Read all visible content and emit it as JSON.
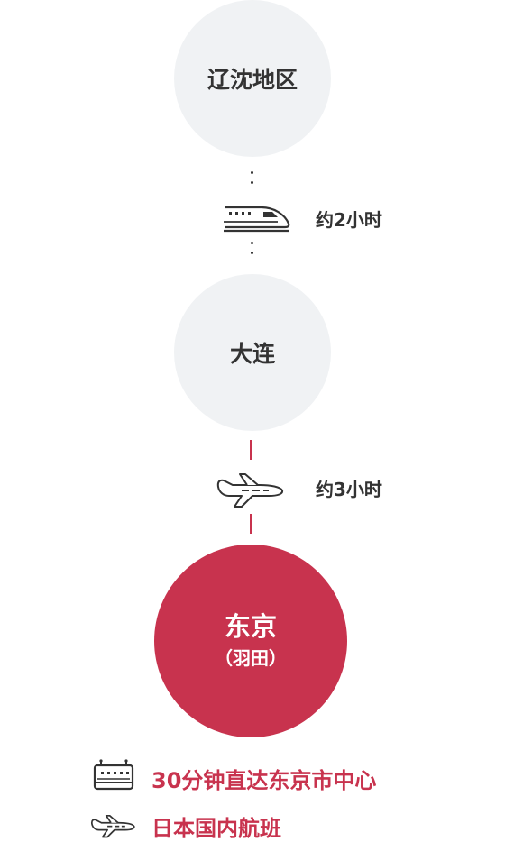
{
  "stations": {
    "liaoshen": "辽沈地区",
    "dalian": "大连",
    "tokyo": {
      "name": "东京",
      "sub": "（羽田）"
    }
  },
  "legs": {
    "train": {
      "icon": "bullet-train-icon",
      "duration": "约2小时"
    },
    "flight": {
      "icon": "airplane-icon",
      "duration": "约3小时"
    }
  },
  "legend": [
    {
      "icon": "monorail-train-icon",
      "text": "30分钟直达东京市中心"
    },
    {
      "icon": "airplane-icon",
      "text": "日本国内航班"
    }
  ],
  "colors": {
    "accent": "#c8334e",
    "circle_grey": "#f0f2f4",
    "text_dark": "#333333"
  }
}
